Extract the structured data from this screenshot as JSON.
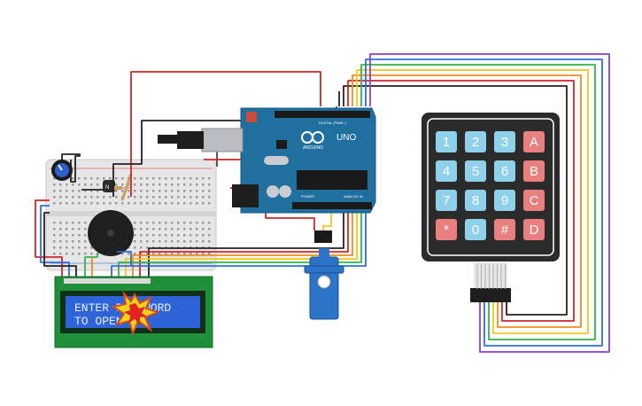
{
  "arduino": {
    "board_label": "UNO",
    "logo_text": "ARDUINO",
    "digital_label": "DIGITAL (PWM~)",
    "analog_label": "ANALOG IN",
    "power_label": "POWER"
  },
  "lcd": {
    "line1": "ENTER PASSWORD",
    "line2": "TO OPEN"
  },
  "keypad": {
    "keys": [
      "1",
      "2",
      "3",
      "A",
      "4",
      "5",
      "6",
      "B",
      "7",
      "8",
      "9",
      "C",
      "*",
      "0",
      "#",
      "D"
    ]
  },
  "colors": {
    "wire_red": "#d0262b",
    "wire_black": "#222222",
    "wire_orange": "#f08c1e",
    "wire_yellow": "#f2c81e",
    "wire_green": "#37b34a",
    "wire_blue": "#2f6fd6",
    "wire_purple": "#8a3fd1",
    "arduino_blue": "#1f6f9f",
    "lcd_green": "#1f8f3a",
    "lcd_screen": "#2f63d8",
    "keypad_body": "#2b2b2b",
    "key_blue": "#8fd0ea",
    "key_red": "#e9807f"
  },
  "icons": {
    "arduino_logo": "infinity-logo-icon",
    "explosion": "explosion-icon",
    "servo": "servo-motor-icon",
    "buzzer": "piezo-buzzer-icon",
    "potentiometer": "potentiometer-icon"
  }
}
